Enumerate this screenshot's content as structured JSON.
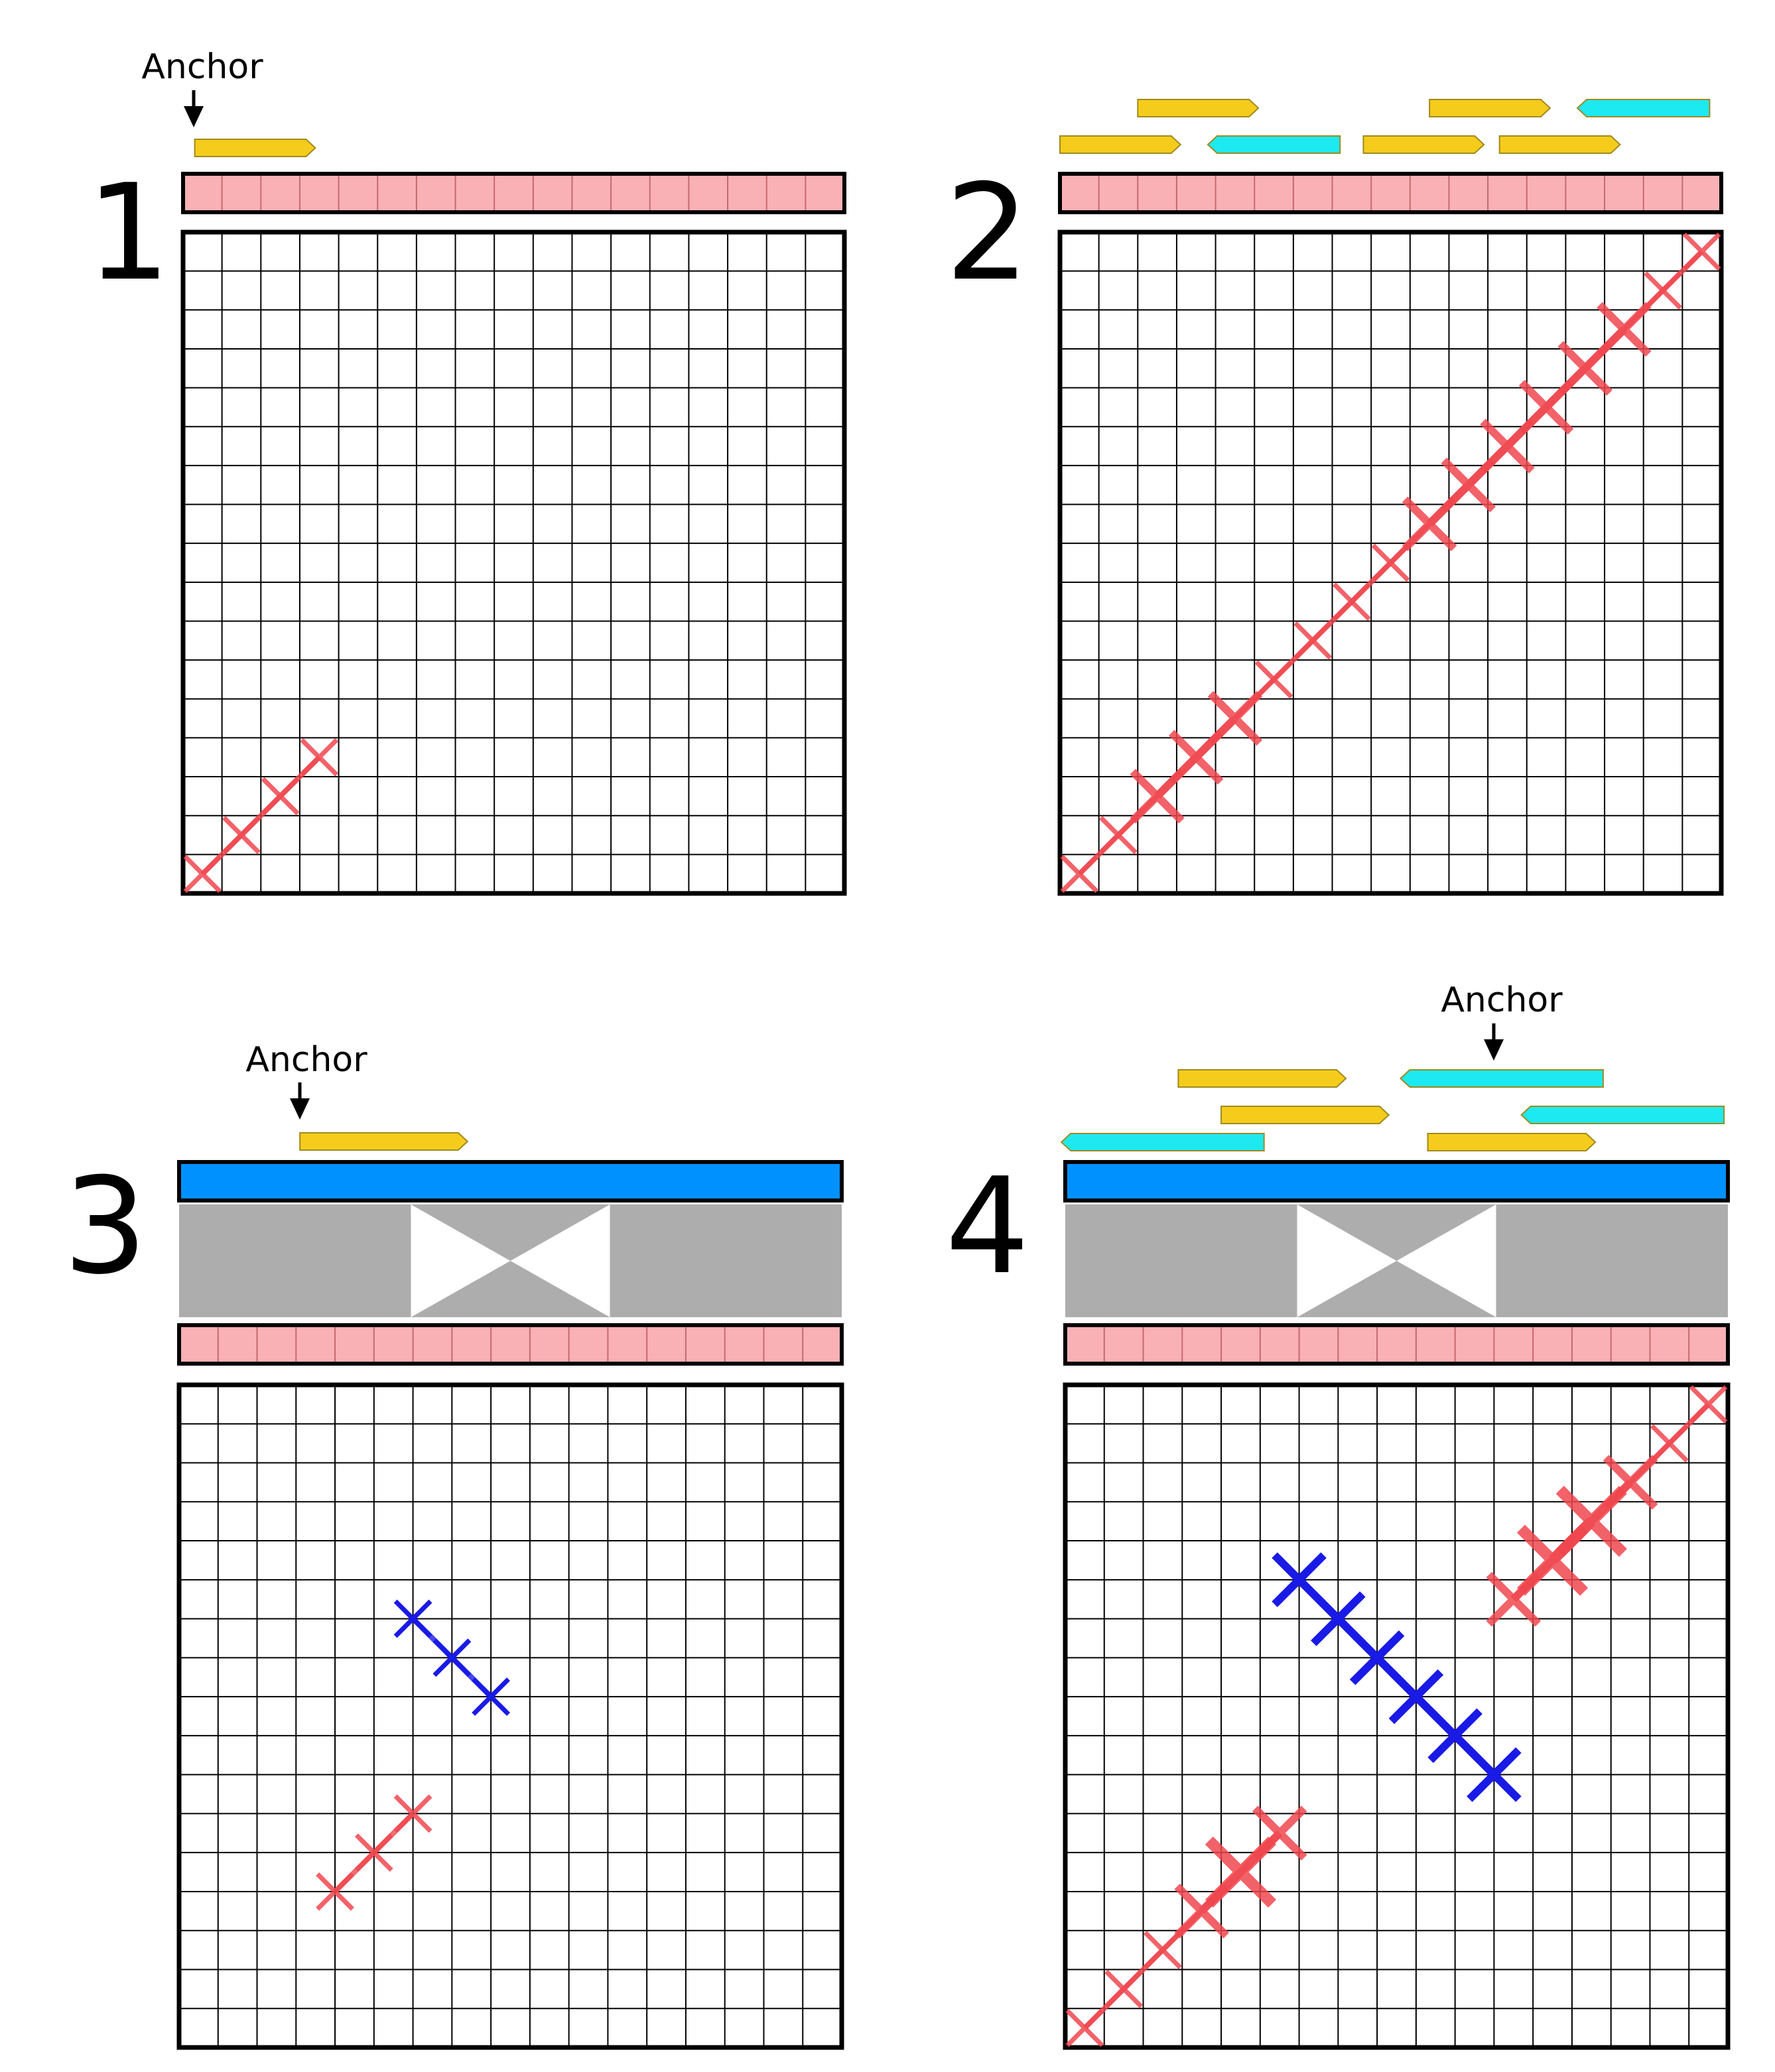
{
  "colors": {
    "forward_read": "#f5cc1c",
    "reverse_read": "#1de9f0",
    "read_stroke": "#a08a1e",
    "reference_cell": "#f9b1b5",
    "blue_bar": "#0091ff",
    "gray_band": "#adadad",
    "red_mark": "#f0474f",
    "blue_mark": "#1a1ae6",
    "grid_line": "#000000"
  },
  "panels": [
    {
      "number": "1",
      "anchor_label": "Anchor",
      "has_inversion_header": false,
      "reads": [
        {
          "direction": "forward",
          "start_cell": 0.3,
          "length_cells": 3.1,
          "row": 0
        }
      ],
      "red_marks": [
        {
          "col": 0,
          "row": 0,
          "weight": 1
        },
        {
          "col": 1,
          "row": 1,
          "weight": 1
        },
        {
          "col": 2,
          "row": 2,
          "weight": 1
        },
        {
          "col": 3,
          "row": 3,
          "weight": 1
        }
      ],
      "blue_marks": []
    },
    {
      "number": "2",
      "anchor_label": "",
      "has_inversion_header": false,
      "reads": [
        {
          "direction": "forward",
          "start_cell": 0,
          "length_cells": 3.1,
          "row": 0
        },
        {
          "direction": "reverse",
          "start_cell": 3.8,
          "length_cells": 3.4,
          "row": 0
        },
        {
          "direction": "forward",
          "start_cell": 7.8,
          "length_cells": 3.1,
          "row": 0
        },
        {
          "direction": "forward",
          "start_cell": 11.3,
          "length_cells": 3.1,
          "row": 0
        },
        {
          "direction": "forward",
          "start_cell": 2.0,
          "length_cells": 3.1,
          "row": 1
        },
        {
          "direction": "forward",
          "start_cell": 9.5,
          "length_cells": 3.1,
          "row": 1
        },
        {
          "direction": "reverse",
          "start_cell": 13.3,
          "length_cells": 3.4,
          "row": 1
        }
      ],
      "red_marks": [
        {
          "col": 0,
          "row": 0,
          "weight": 1
        },
        {
          "col": 1,
          "row": 1,
          "weight": 1
        },
        {
          "col": 2,
          "row": 2,
          "weight": 2
        },
        {
          "col": 3,
          "row": 3,
          "weight": 2
        },
        {
          "col": 4,
          "row": 4,
          "weight": 2
        },
        {
          "col": 5,
          "row": 5,
          "weight": 1
        },
        {
          "col": 6,
          "row": 6,
          "weight": 1
        },
        {
          "col": 7,
          "row": 7,
          "weight": 1
        },
        {
          "col": 8,
          "row": 8,
          "weight": 1
        },
        {
          "col": 9,
          "row": 9,
          "weight": 2
        },
        {
          "col": 10,
          "row": 10,
          "weight": 2
        },
        {
          "col": 11,
          "row": 11,
          "weight": 2
        },
        {
          "col": 12,
          "row": 12,
          "weight": 2
        },
        {
          "col": 13,
          "row": 13,
          "weight": 2
        },
        {
          "col": 14,
          "row": 14,
          "weight": 2
        },
        {
          "col": 15,
          "row": 15,
          "weight": 1
        },
        {
          "col": 16,
          "row": 16,
          "weight": 1
        }
      ],
      "blue_marks": []
    },
    {
      "number": "3",
      "anchor_label": "Anchor",
      "has_inversion_header": true,
      "reads": [
        {
          "direction": "forward",
          "start_cell": 3.1,
          "length_cells": 4.3,
          "row": 0
        }
      ],
      "red_marks": [
        {
          "col": 3.5,
          "row": 3.5,
          "weight": 1
        },
        {
          "col": 4.5,
          "row": 4.5,
          "weight": 1
        },
        {
          "col": 5.5,
          "row": 5.5,
          "weight": 1
        }
      ],
      "blue_marks": [
        {
          "col": 5.5,
          "row": 10.5,
          "weight": 1
        },
        {
          "col": 6.5,
          "row": 9.5,
          "weight": 1
        },
        {
          "col": 7.5,
          "row": 8.5,
          "weight": 1
        }
      ]
    },
    {
      "number": "4",
      "anchor_label": "Anchor",
      "has_inversion_header": true,
      "reads": [
        {
          "direction": "forward",
          "start_cell": 2.9,
          "length_cells": 4.3,
          "row": 0
        },
        {
          "direction": "reverse",
          "start_cell": 8.6,
          "length_cells": 5.2,
          "row": 0
        },
        {
          "direction": "forward",
          "start_cell": 4.0,
          "length_cells": 4.3,
          "row": 1
        },
        {
          "direction": "reverse",
          "start_cell": 11.7,
          "length_cells": 5.2,
          "row": 1
        },
        {
          "direction": "reverse",
          "start_cell": -0.1,
          "length_cells": 5.2,
          "row": 2
        },
        {
          "direction": "forward",
          "start_cell": 9.3,
          "length_cells": 4.3,
          "row": 2
        }
      ],
      "red_marks": [
        {
          "col": 0,
          "row": 0,
          "weight": 1
        },
        {
          "col": 1,
          "row": 1,
          "weight": 1
        },
        {
          "col": 2,
          "row": 2,
          "weight": 1
        },
        {
          "col": 3,
          "row": 3,
          "weight": 2
        },
        {
          "col": 4,
          "row": 4,
          "weight": 3
        },
        {
          "col": 5,
          "row": 5,
          "weight": 2
        },
        {
          "col": 11,
          "row": 11,
          "weight": 2
        },
        {
          "col": 12,
          "row": 12,
          "weight": 3
        },
        {
          "col": 13,
          "row": 13,
          "weight": 3
        },
        {
          "col": 14,
          "row": 14,
          "weight": 2
        },
        {
          "col": 15,
          "row": 15,
          "weight": 1
        },
        {
          "col": 16,
          "row": 16,
          "weight": 1
        }
      ],
      "blue_marks": [
        {
          "col": 5.5,
          "row": 11.5,
          "weight": 2
        },
        {
          "col": 6.5,
          "row": 10.5,
          "weight": 2
        },
        {
          "col": 7.5,
          "row": 9.5,
          "weight": 2
        },
        {
          "col": 8.5,
          "row": 8.5,
          "weight": 2
        },
        {
          "col": 9.5,
          "row": 7.5,
          "weight": 2
        },
        {
          "col": 10.5,
          "row": 6.5,
          "weight": 2
        }
      ]
    }
  ]
}
